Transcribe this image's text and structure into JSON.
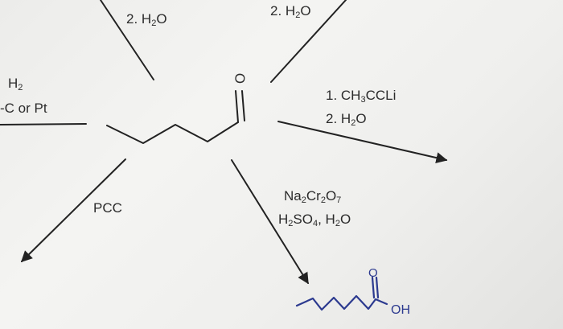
{
  "reagents": {
    "top_left_step2": "2. H",
    "top_left_sub": "2",
    "top_left_tail": "O",
    "top_right_step2": "2. H",
    "top_right_sub": "2",
    "top_right_tail": "O",
    "left_h": "H",
    "left_h_sub": "2",
    "left_catalyst": "-C or Pt",
    "right_step1": "1. CH",
    "right_step1_sub": "3",
    "right_step1_tail": "CCLi",
    "right_step2": "2. H",
    "right_step2_sub": "2",
    "right_step2_tail": "O",
    "pcc": "PCC",
    "ox_na": "Na",
    "ox_na_sub": "2",
    "ox_cr": "Cr",
    "ox_cr_sub": "2",
    "ox_o": "O",
    "ox_o_sub": "7",
    "acid_h": "H",
    "acid_h_sub": "2",
    "acid_so": "SO",
    "acid_so_sub": "4",
    "acid_comma": ", H",
    "acid_h2o_sub": "2",
    "acid_o": "O"
  },
  "structure_labels": {
    "carbonyl_o": "O",
    "product_o": "O",
    "product_oh": "OH"
  },
  "colors": {
    "ink": "#222222",
    "handwriting": "#2c3a8f",
    "paper": "#efefed"
  }
}
